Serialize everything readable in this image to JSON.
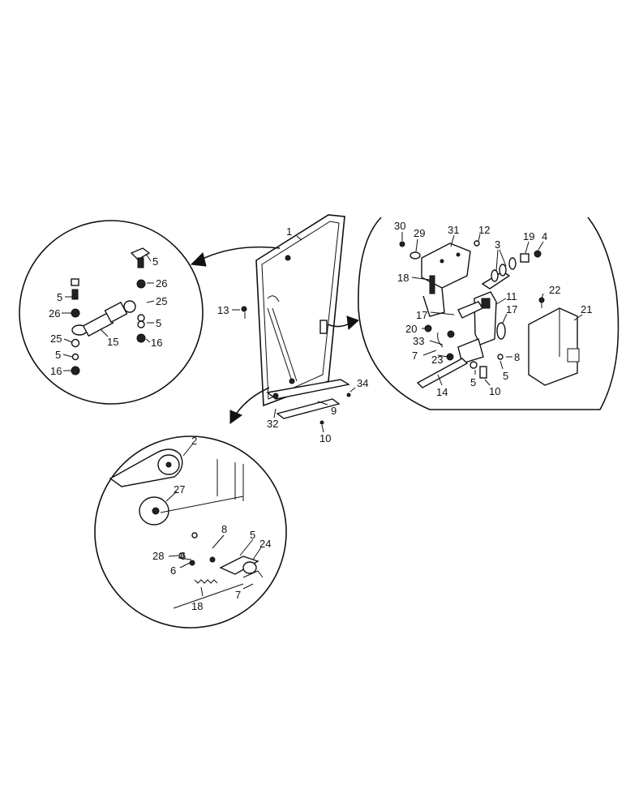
{
  "callouts": {
    "left_detail": [
      "5",
      "26",
      "5",
      "26",
      "25",
      "15",
      "25",
      "5",
      "5",
      "16",
      "16"
    ],
    "main": [
      "1",
      "13",
      "34",
      "9",
      "32",
      "10"
    ],
    "right_detail": [
      "30",
      "29",
      "31",
      "12",
      "3",
      "19",
      "4",
      "18",
      "22",
      "21",
      "11",
      "17",
      "17",
      "20",
      "33",
      "7",
      "23",
      "8",
      "5",
      "5",
      "10",
      "14"
    ],
    "bottom_detail": [
      "2",
      "27",
      "8",
      "5",
      "28",
      "24",
      "6",
      "6",
      "7",
      "18"
    ]
  }
}
